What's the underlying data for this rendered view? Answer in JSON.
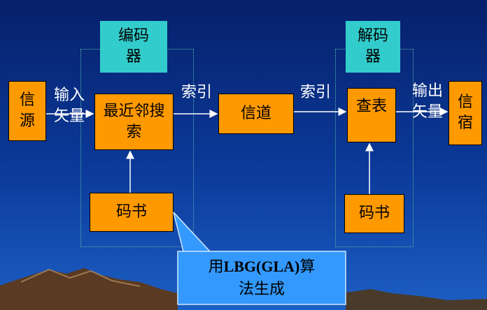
{
  "encoder_label": "编码器",
  "decoder_label": "解码器",
  "source": "信源",
  "nn_search": "最近邻搜索",
  "codebook_encoder": "码书",
  "channel": "信道",
  "lookup": "查表",
  "codebook_decoder": "码书",
  "sink": "信宿",
  "input_vector_label": "输入矢量",
  "index_label_1": "索引",
  "index_label_2": "索引",
  "output_vector_label": "输出矢量",
  "callout": {
    "prefix": "用",
    "bold": "LBG(GLA)",
    "suffix": "算",
    "line2": "法生成"
  },
  "colors": {
    "box": "#ff9900",
    "header": "#33cccc",
    "callout": "#3399ff",
    "background": "#0b3a9a"
  }
}
